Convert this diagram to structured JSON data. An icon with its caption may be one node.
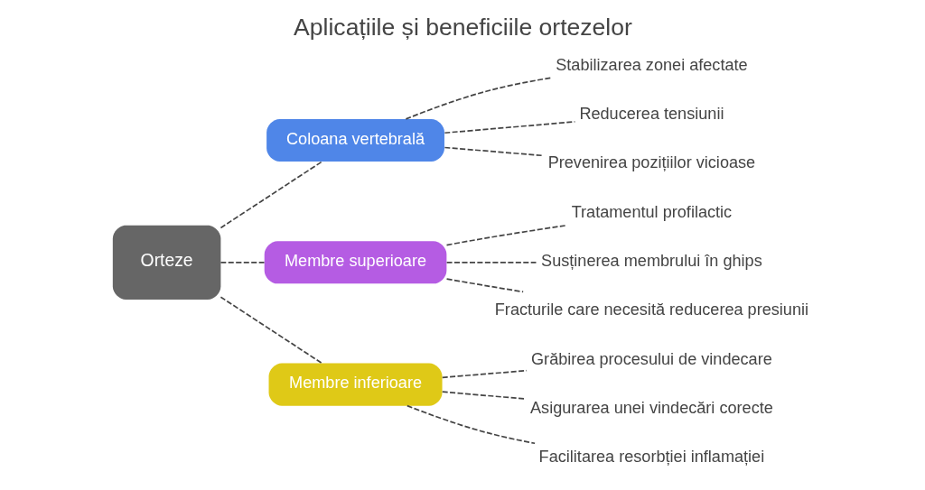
{
  "diagram": {
    "title": "Aplicațiile și beneficiile ortezelor",
    "nodes": [
      {
        "text": [
          "Orteze"
        ]
      },
      {
        "text": [
          "Coloana vertebrală"
        ]
      },
      {
        "text": [
          "Stabilizarea zonei afectate"
        ]
      },
      {
        "text": [
          "Reducerea tensiunii"
        ]
      },
      {
        "text": [
          "Prevenirea pozițiilor vicioase"
        ]
      },
      {
        "text": [
          "Membre superioare"
        ]
      },
      {
        "text": [
          "Tratamentul profilactic"
        ]
      },
      {
        "text": [
          "Susținerea membrului în ghips"
        ]
      },
      {
        "text": [
          "Fracturile care necesită reducerea presiunii"
        ]
      },
      {
        "text": [
          "Membre inferioare"
        ]
      },
      {
        "text": [
          "Grăbirea procesului de vindecare"
        ]
      },
      {
        "text": [
          "Asigurarea unei vindecări corecte"
        ]
      },
      {
        "text": [
          "Facilitarea resorbției inflamației"
        ]
      }
    ],
    "edges": [
      {
        "from": 0,
        "to": 1,
        "arrow": "none",
        "style": "dashed"
      },
      {
        "from": 0,
        "to": 5,
        "arrow": "none",
        "style": "dashed"
      },
      {
        "from": 0,
        "to": 9,
        "arrow": "none",
        "style": "dashed"
      },
      {
        "from": 1,
        "to": 2,
        "arrow": "none",
        "style": "dashed"
      },
      {
        "from": 1,
        "to": 3,
        "arrow": "none",
        "style": "dashed"
      },
      {
        "from": 1,
        "to": 4,
        "arrow": "none",
        "style": "dashed"
      },
      {
        "from": 5,
        "to": 6,
        "arrow": "none",
        "style": "dashed"
      },
      {
        "from": 5,
        "to": 7,
        "arrow": "none",
        "style": "dashed"
      },
      {
        "from": 5,
        "to": 8,
        "arrow": "none",
        "style": "dashed"
      },
      {
        "from": 9,
        "to": 10,
        "arrow": "none",
        "style": "dashed"
      },
      {
        "from": 9,
        "to": 11,
        "arrow": "none",
        "style": "dashed"
      },
      {
        "from": 9,
        "to": 12,
        "arrow": "none",
        "style": "dashed"
      }
    ]
  }
}
